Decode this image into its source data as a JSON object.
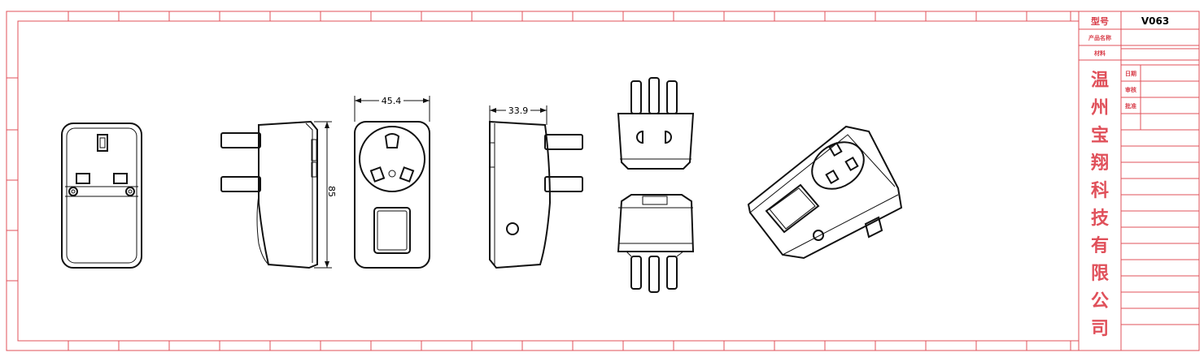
{
  "dimensions": {
    "front_width": "45.4",
    "side_depth": "33.9",
    "height": "85"
  },
  "title_block": {
    "model_label": "型号",
    "model_value": "V063",
    "product_name_label": "产品名称",
    "material_label": "材料",
    "date_label": "日期",
    "review_label": "审核",
    "approve_label": "批准",
    "company_chars": [
      "温",
      "州",
      "宝",
      "翔",
      "科",
      "技",
      "有",
      "限",
      "公",
      "司"
    ]
  },
  "colors": {
    "frame_red": "#e0505a",
    "title_red": "#d83c48",
    "line_black": "#111111"
  }
}
